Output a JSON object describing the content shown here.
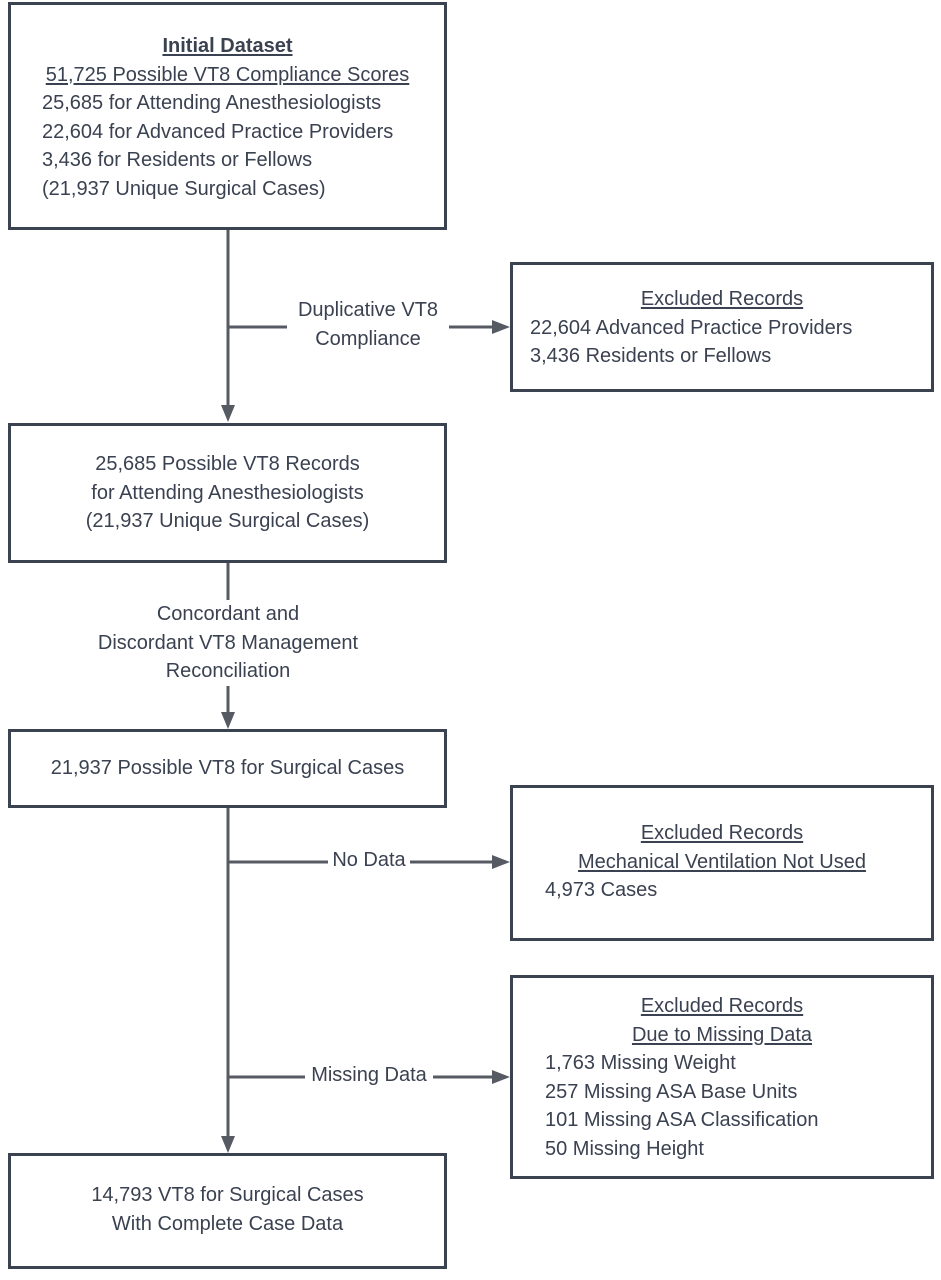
{
  "initial_box": {
    "heading": "Initial Dataset",
    "subheading": "51,725 Possible VT8 Compliance Scores",
    "lines": [
      "25,685 for Attending Anesthesiologists",
      "22,604 for Advanced Practice Providers",
      "3,436 for Residents or Fellows",
      "(21,937 Unique Surgical Cases)"
    ]
  },
  "excluded_providers_box": {
    "heading": "Excluded Records",
    "lines": [
      "22,604 Advanced Practice Providers",
      "3,436 Residents or Fellows"
    ]
  },
  "attending_box": {
    "lines": [
      "25,685 Possible VT8 Records",
      "for Attending Anesthesiologists",
      "(21,937 Unique Surgical Cases)"
    ]
  },
  "surgical_cases_box": {
    "text": "21,937 Possible VT8 for Surgical Cases"
  },
  "excluded_ventilation_box": {
    "heading": "Excluded Records",
    "subheading": "Mechanical Ventilation Not Used",
    "lines": [
      "4,973 Cases"
    ]
  },
  "excluded_missing_box": {
    "heading": "Excluded Records",
    "subheading": "Due to Missing Data",
    "lines": [
      "1,763 Missing Weight",
      "257 Missing ASA Base Units",
      "101 Missing ASA Classification",
      "50 Missing Height"
    ]
  },
  "final_box": {
    "lines": [
      "14,793 VT8 for Surgical Cases",
      "With Complete Case Data"
    ]
  },
  "labels": {
    "duplicative": [
      "Duplicative VT8",
      "Compliance"
    ],
    "reconciliation": [
      "Concordant and",
      "Discordant VT8 Management",
      "Reconciliation"
    ],
    "no_data": "No Data",
    "missing_data": "Missing Data"
  },
  "colors": {
    "border": "#3c4350",
    "arrow": "#555a63",
    "text": "#3a4150"
  }
}
